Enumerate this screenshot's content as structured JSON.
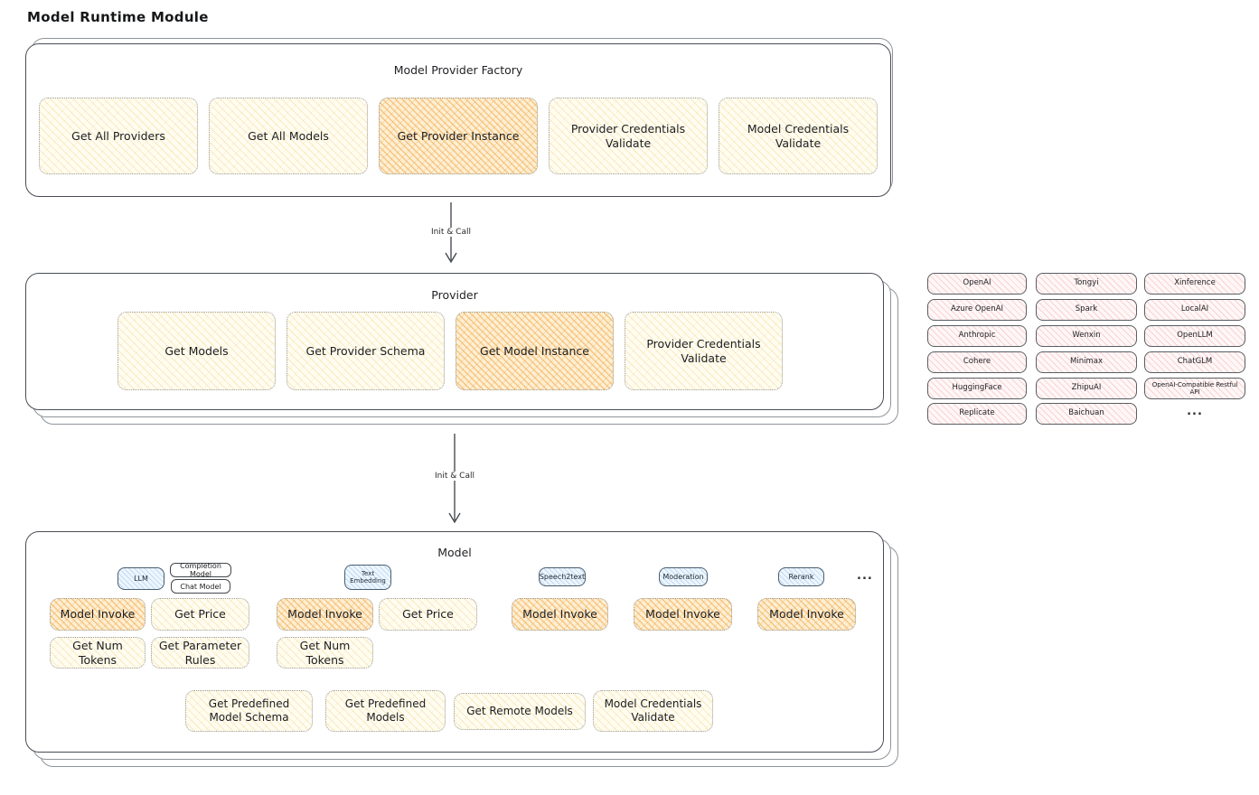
{
  "page_title": "Model Runtime Module",
  "arrows": {
    "top": "Init & Call",
    "bottom": "Init & Call"
  },
  "factory": {
    "title": "Model Provider Factory",
    "items": [
      {
        "label": "Get All Providers",
        "variant": "yellow"
      },
      {
        "label": "Get All Models",
        "variant": "yellow"
      },
      {
        "label": "Get Provider Instance",
        "variant": "orange"
      },
      {
        "label": "Provider Credentials Validate",
        "variant": "yellow"
      },
      {
        "label": "Model Credentials Validate",
        "variant": "yellow"
      }
    ]
  },
  "provider": {
    "title": "Provider",
    "items": [
      {
        "label": "Get Models",
        "variant": "yellow"
      },
      {
        "label": "Get Provider Schema",
        "variant": "yellow"
      },
      {
        "label": "Get Model Instance",
        "variant": "orange"
      },
      {
        "label": "Provider Credentials Validate",
        "variant": "yellow"
      }
    ]
  },
  "providers_list": {
    "rows": [
      [
        "OpenAI",
        "Tongyi",
        "Xinference"
      ],
      [
        "Azure OpenAI",
        "Spark",
        "LocalAI"
      ],
      [
        "Anthropic",
        "Wenxin",
        "OpenLLM"
      ],
      [
        "Cohere",
        "Minimax",
        "ChatGLM"
      ],
      [
        "HuggingFace",
        "ZhipuAI",
        "OpenAI-Compatible Restful API"
      ],
      [
        "Replicate",
        "Baichuan",
        "..."
      ]
    ]
  },
  "model": {
    "title": "Model",
    "pills": {
      "llm": "LLM",
      "completion": "Completion Model",
      "chat": "Chat Model",
      "text_embedding": "Text Embedding",
      "speech2text": "Speech2text",
      "moderation": "Moderation",
      "rerank": "Rerank",
      "more": "..."
    },
    "boxes": {
      "model_invoke": "Model Invoke",
      "get_price": "Get Price",
      "get_num_tokens": "Get Num Tokens",
      "get_parameter_rules": "Get Parameter Rules",
      "get_predefined_model_schema": "Get Predefined Model Schema",
      "get_predefined_models": "Get Predefined Models",
      "get_remote_models": "Get Remote Models",
      "model_credentials_validate": "Model Credentials Validate"
    }
  },
  "colors": {
    "ink": "#1d1d1f",
    "outline_dark": "#494d53",
    "outline_gray": "#9a9a98",
    "fill_yellow": "#fffdf2",
    "fill_orange": "#fdefd4",
    "fill_pink": "#fff7f7",
    "fill_blue": "#eef6fd"
  }
}
